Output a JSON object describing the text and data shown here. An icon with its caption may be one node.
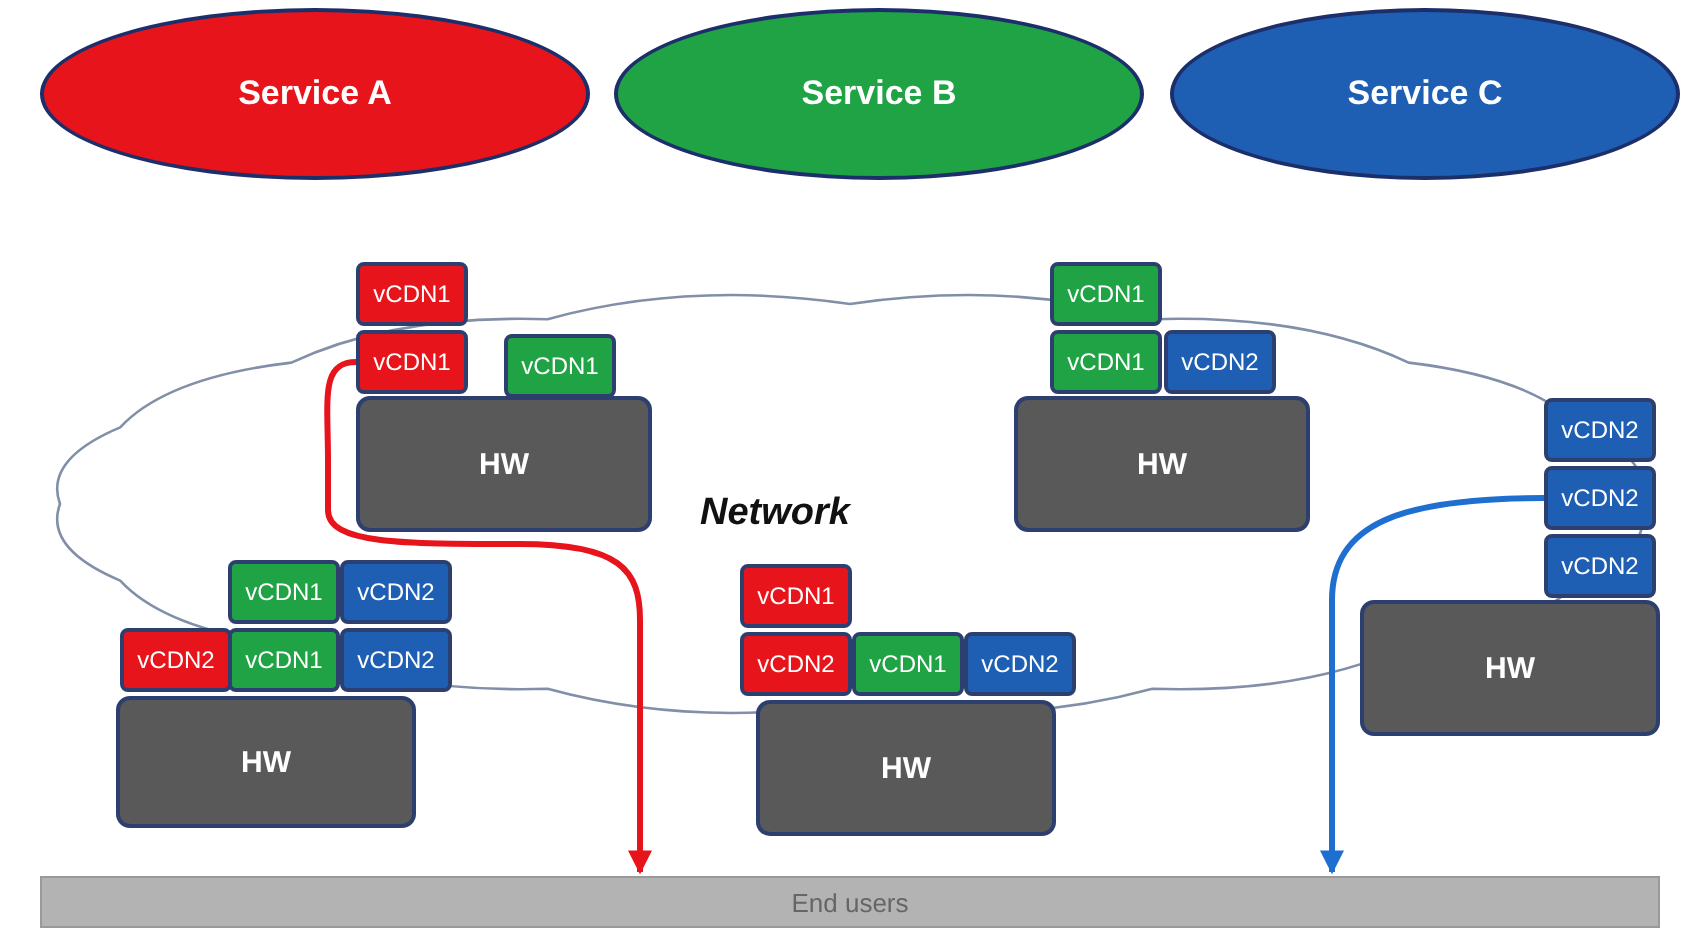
{
  "diagram": {
    "nodes": [
      {
        "text": [
          "Service A"
        ]
      },
      {
        "text": [
          "Service B"
        ]
      },
      {
        "text": [
          "Service C"
        ]
      },
      {
        "text": [
          "Network"
        ]
      },
      {
        "text": [
          "vCDN1"
        ]
      },
      {
        "text": [
          "vCDN1"
        ],
        "in": 3
      },
      {
        "text": [
          "vCDN1"
        ],
        "in": 3
      },
      {
        "text": [
          "HW"
        ],
        "in": 3
      },
      {
        "text": [
          "vCDN1"
        ]
      },
      {
        "text": [
          "vCDN1"
        ],
        "in": 3
      },
      {
        "text": [
          "vCDN2"
        ],
        "in": 3
      },
      {
        "text": [
          "HW"
        ],
        "in": 3
      },
      {
        "text": [
          "vCDN2"
        ],
        "in": 3
      },
      {
        "text": [
          "vCDN2"
        ],
        "in": 3
      },
      {
        "text": [
          "vCDN2"
        ],
        "in": 3
      },
      {
        "text": [
          "HW"
        ]
      },
      {
        "text": [
          "vCDN1"
        ],
        "in": 3
      },
      {
        "text": [
          "vCDN2"
        ],
        "in": 3
      },
      {
        "text": [
          "vCDN2"
        ],
        "in": 3
      },
      {
        "text": [
          "vCDN1"
        ],
        "in": 3
      },
      {
        "text": [
          "vCDN2"
        ],
        "in": 3
      },
      {
        "text": [
          "HW"
        ]
      },
      {
        "text": [
          "vCDN1"
        ],
        "in": 3
      },
      {
        "text": [
          "vCDN2"
        ],
        "in": 3
      },
      {
        "text": [
          "vCDN1"
        ],
        "in": 3
      },
      {
        "text": [
          "vCDN2"
        ],
        "in": 3
      },
      {
        "text": [
          "HW"
        ]
      },
      {
        "text": [
          "End users"
        ]
      }
    ],
    "edges": [
      {
        "from": 5,
        "to": 27,
        "arrow": "to",
        "color": "#e8141b"
      },
      {
        "from": 13,
        "to": 27,
        "arrow": "to",
        "color": "#1f6fd0"
      }
    ]
  }
}
